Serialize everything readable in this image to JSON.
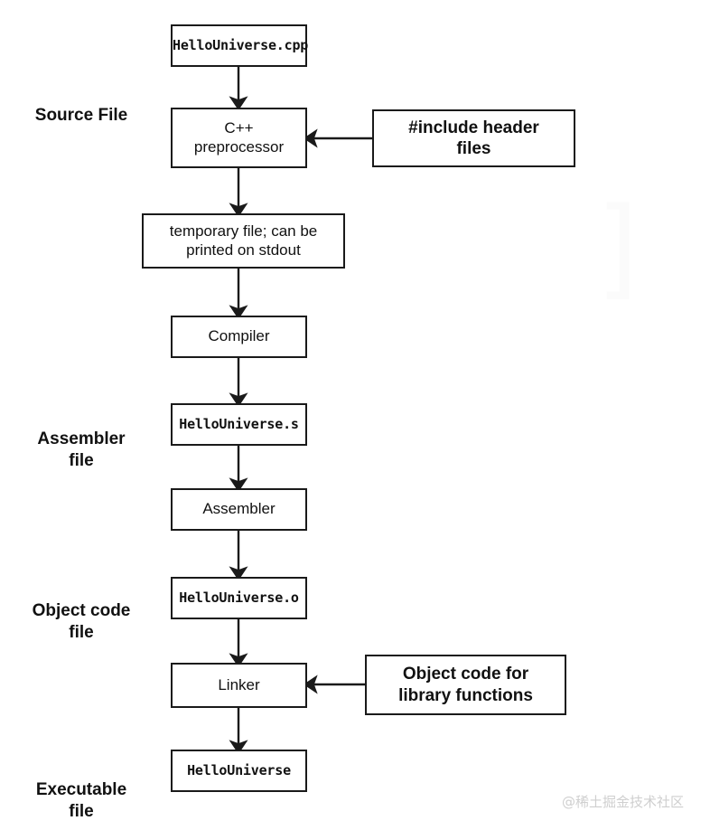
{
  "diagram": {
    "title": "C++ compilation pipeline",
    "ink_color": "#1a1a1a",
    "background": "#ffffff",
    "nodes": [
      {
        "id": "source",
        "label": "HelloUniverse.cpp",
        "style": "mono"
      },
      {
        "id": "preprocessor",
        "label": "C++\npreprocessor",
        "style": "sans"
      },
      {
        "id": "tempfile",
        "label": "temporary file; can be\nprinted on stdout",
        "style": "sans"
      },
      {
        "id": "compiler",
        "label": "Compiler",
        "style": "sans"
      },
      {
        "id": "asmfile",
        "label": "HelloUniverse.s",
        "style": "mono"
      },
      {
        "id": "assembler",
        "label": "Assembler",
        "style": "sans"
      },
      {
        "id": "objfile",
        "label": "HelloUniverse.o",
        "style": "mono"
      },
      {
        "id": "linker",
        "label": "Linker",
        "style": "sans"
      },
      {
        "id": "executable",
        "label": "HelloUniverse",
        "style": "mono"
      }
    ],
    "side_inputs": [
      {
        "id": "headers",
        "label": "#include header\nfiles",
        "style": "bold",
        "target": "preprocessor"
      },
      {
        "id": "libs",
        "label": "Object code for\nlibrary functions",
        "style": "bold",
        "target": "linker"
      }
    ],
    "stage_labels": [
      {
        "id": "source-file",
        "label": "Source File"
      },
      {
        "id": "assembler-file",
        "label": "Assembler\nfile"
      },
      {
        "id": "object-code-file",
        "label": "Object code\nfile"
      },
      {
        "id": "executable-file",
        "label": "Executable\nfile"
      }
    ],
    "watermark": {
      "text": "@稀土掘金技术社区",
      "faint_mark": "]"
    }
  }
}
